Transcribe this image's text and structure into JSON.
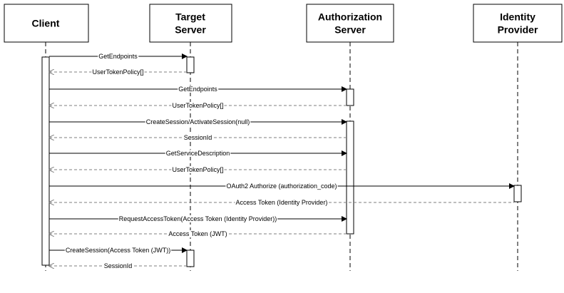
{
  "participants": [
    {
      "id": "client",
      "label_lines": [
        "Client"
      ]
    },
    {
      "id": "target",
      "label_lines": [
        "Target",
        "Server"
      ]
    },
    {
      "id": "auth",
      "label_lines": [
        "Authorization",
        "Server"
      ]
    },
    {
      "id": "idp",
      "label_lines": [
        "Identity",
        "Provider"
      ]
    }
  ],
  "messages": [
    {
      "from": "client",
      "to": "target",
      "label": "GetEndpoints",
      "type": "call"
    },
    {
      "from": "target",
      "to": "client",
      "label": "UserTokenPolicy[]",
      "type": "return"
    },
    {
      "from": "client",
      "to": "auth",
      "label": "GetEndpoints",
      "type": "call"
    },
    {
      "from": "auth",
      "to": "client",
      "label": "UserTokenPolicy[]",
      "type": "return"
    },
    {
      "from": "client",
      "to": "auth",
      "label": "CreateSession/ActivateSession(null)",
      "type": "call"
    },
    {
      "from": "auth",
      "to": "client",
      "label": "SessionId",
      "type": "return"
    },
    {
      "from": "client",
      "to": "auth",
      "label": "GetServiceDescription",
      "type": "call"
    },
    {
      "from": "auth",
      "to": "client",
      "label": "UserTokenPolicy[]",
      "type": "return"
    },
    {
      "from": "client",
      "to": "idp",
      "label": "OAuth2 Authorize (authorization_code)",
      "type": "call"
    },
    {
      "from": "idp",
      "to": "client",
      "label": "Access Token (Identity Provider)",
      "type": "return"
    },
    {
      "from": "client",
      "to": "auth",
      "label": "RequestAccessToken(Access Token (Identity Provider))",
      "type": "call"
    },
    {
      "from": "auth",
      "to": "client",
      "label": "Access Token (JWT)",
      "type": "return"
    },
    {
      "from": "client",
      "to": "target",
      "label": "CreateSession(Access Token (JWT))",
      "type": "call"
    },
    {
      "from": "target",
      "to": "client",
      "label": "SessionId",
      "type": "return"
    }
  ]
}
